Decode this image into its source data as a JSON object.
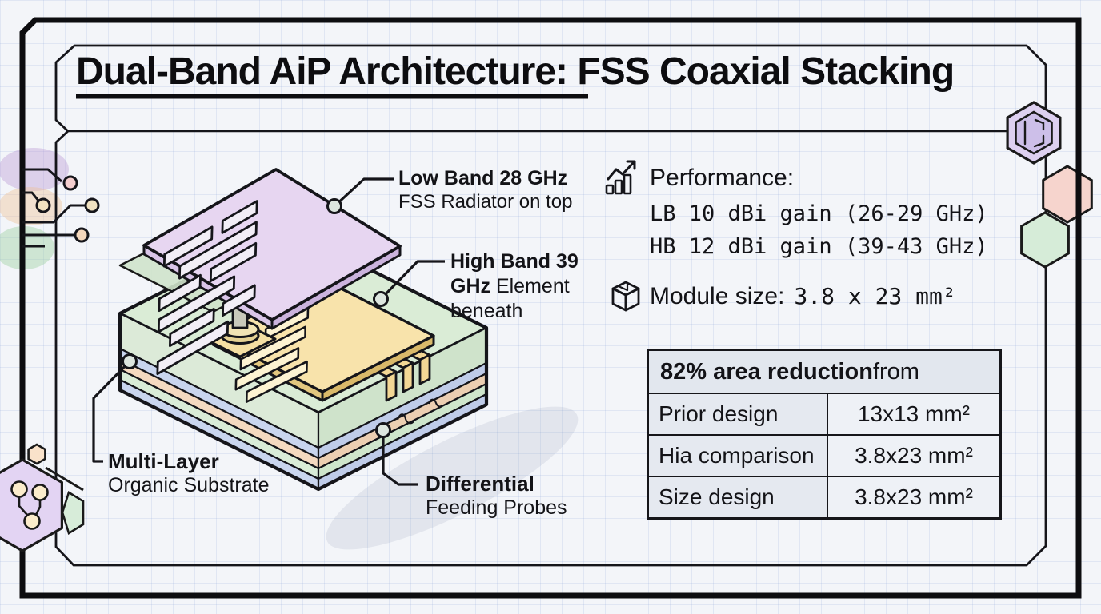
{
  "title": {
    "text": "Dual-Band AiP Architecture: FSS Coaxial Stacking",
    "underlined_part": "Dual-Band AiP Architecture"
  },
  "labels": {
    "low_band": {
      "bold": "Low Band 28 GHz",
      "regular": "FSS Radiator on top"
    },
    "high_band": {
      "bold": "High Band 39 GHz",
      "regular": "Element beneath"
    },
    "substrate": {
      "bold": "Multi-Layer",
      "regular": "Organic Substrate"
    },
    "probes": {
      "bold": "Differential",
      "regular": "Feeding Probes"
    }
  },
  "performance": {
    "heading": "Performance:",
    "line1": "LB 10 dBi gain (26-29 GHz)",
    "line2": "HB 12 dBi gain (39-43 GHz)"
  },
  "module": {
    "label": "Module size:",
    "value": "3.8 x 23 mm²"
  },
  "table": {
    "header": {
      "bold": "82% area reduction",
      "regular": " from"
    },
    "rows": [
      {
        "label": "Prior design",
        "value": "13x13 mm²"
      },
      {
        "label": "Hia comparison",
        "value": "3.8x23 mm²"
      },
      {
        "label": "Size design",
        "value": "3.8x23 mm²"
      }
    ]
  },
  "icons": {
    "performance": "trending-up-bar-chart-icon",
    "module": "package-cube-icon",
    "bottom_left": "git-branch-hexagon-icon",
    "top_right": "chip-hexagon-icon"
  },
  "colors": {
    "fss_plate": "#e7d6f1",
    "hb_plate": "#f8e3ab",
    "substrate_green": "#daecd6",
    "layer_blue": "#c9d5ee",
    "layer_peach": "#f4d9c0",
    "table_header_bg": "#e2e7ee",
    "outline": "#0d0d10"
  }
}
